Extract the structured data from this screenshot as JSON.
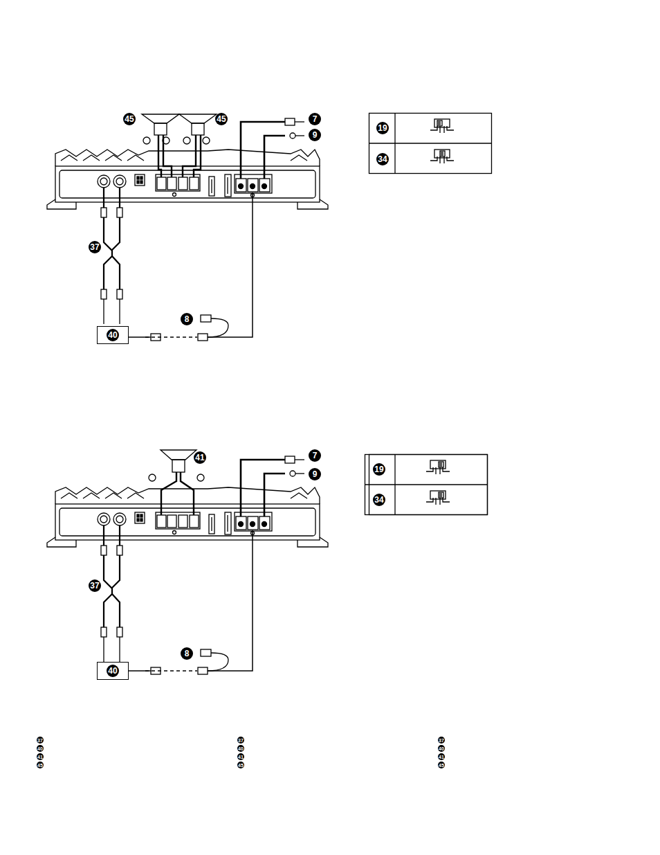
{
  "diagram": {
    "nodes": [
      {
        "text": [
          "40"
        ]
      },
      {
        "text": [
          "40"
        ]
      }
    ],
    "labels": [
      "45",
      "45",
      "7",
      "9",
      "19",
      "34",
      "37",
      "8",
      "41",
      "7",
      "9",
      "19",
      "34",
      "37",
      "8",
      "37",
      "40",
      "41",
      "45",
      "37",
      "40",
      "41",
      "45",
      "37",
      "40",
      "41",
      "45"
    ]
  }
}
